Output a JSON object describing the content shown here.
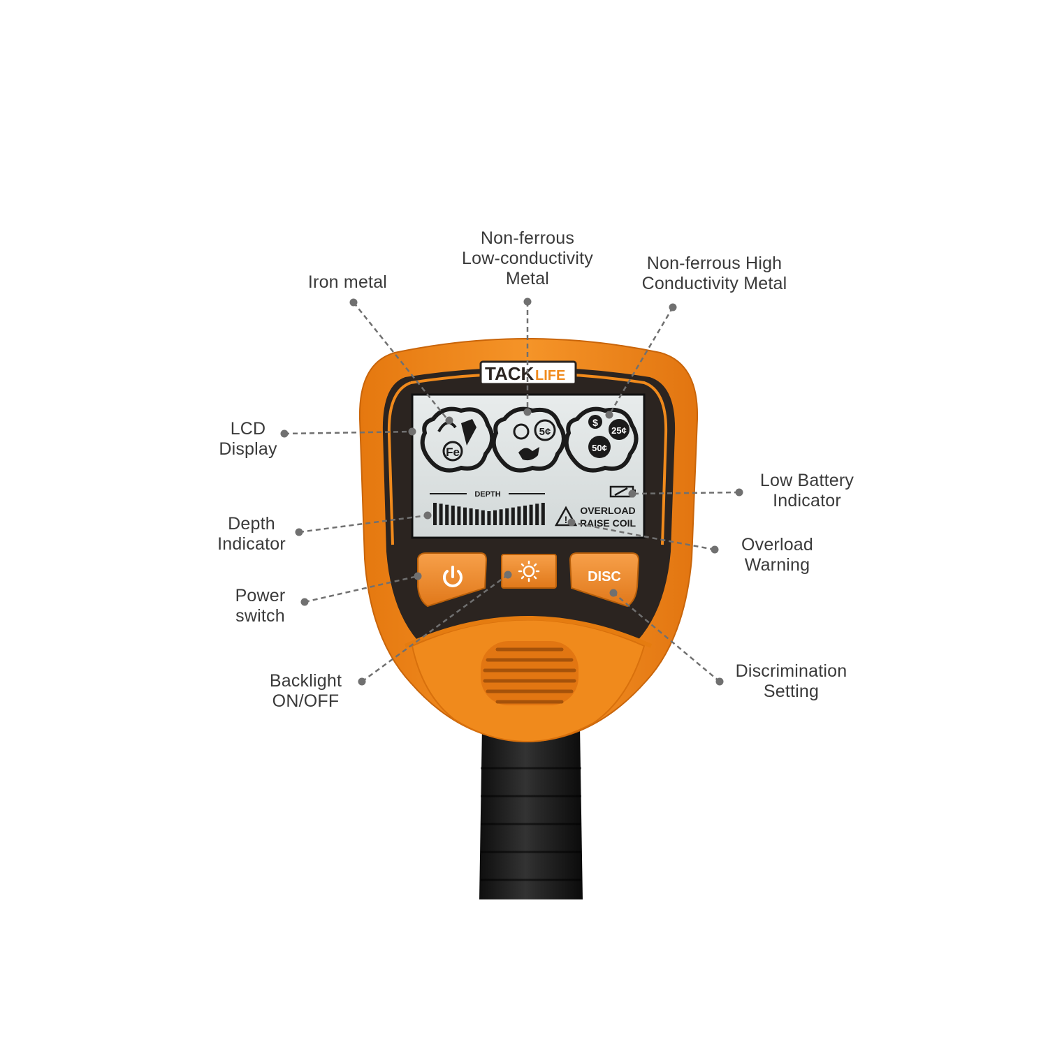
{
  "device": {
    "brand": "TACKLIFE",
    "brand_main": "TACK",
    "brand_accent": "LIFE",
    "lcd": {
      "depth_label": "DEPTH",
      "overload_line1": "OVERLOAD",
      "overload_line2": "RAISE COIL",
      "iron_symbol": "Fe",
      "low_coin": "5¢",
      "high_coins": [
        "$",
        "25¢",
        "50¢"
      ]
    },
    "buttons": {
      "disc_label": "DISC"
    }
  },
  "callouts": {
    "iron_metal": [
      "Iron metal"
    ],
    "non_ferrous_low": [
      "Non-ferrous",
      "Low-conductivity",
      "Metal"
    ],
    "non_ferrous_high": [
      "Non-ferrous High",
      "Conductivity Metal"
    ],
    "lcd_display": [
      "LCD",
      "Display"
    ],
    "low_battery": [
      "Low Battery",
      "Indicator"
    ],
    "depth_indicator": [
      "Depth",
      "Indicator"
    ],
    "overload_warning": [
      "Overload",
      "Warning"
    ],
    "power_switch": [
      "Power",
      "switch"
    ],
    "backlight": [
      "Backlight",
      "ON/OFF"
    ],
    "discrimination": [
      "Discrimination",
      "Setting"
    ]
  },
  "colors": {
    "body_orange": "#f08a1c",
    "body_orange_dark": "#d8700c",
    "frame_dark": "#2b2420",
    "lcd_background": "#dfe4e4",
    "lcd_ink": "#1b1b1b",
    "leader_line": "#707070",
    "handle": "#1c1c1c"
  }
}
